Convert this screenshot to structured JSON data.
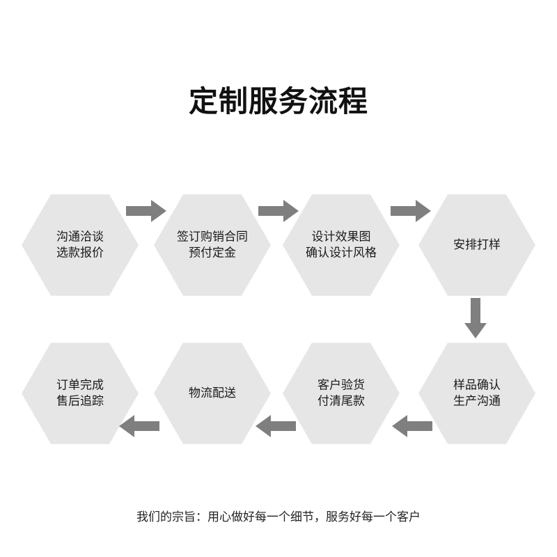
{
  "title": "定制服务流程",
  "steps": [
    {
      "lines": [
        "沟通洽谈",
        "选款报价"
      ]
    },
    {
      "lines": [
        "签订购销合同",
        "预付定金"
      ]
    },
    {
      "lines": [
        "设计效果图",
        "确认设计风格"
      ]
    },
    {
      "lines": [
        "安排打样"
      ]
    },
    {
      "lines": [
        "样品确认",
        "生产沟通"
      ]
    },
    {
      "lines": [
        "客户验货",
        "付清尾款"
      ]
    },
    {
      "lines": [
        "物流配送"
      ]
    },
    {
      "lines": [
        "订单完成",
        "售后追踪"
      ]
    }
  ],
  "footer": "我们的宗旨：用心做好每一个细节，服务好每一个客户",
  "colors": {
    "hexagon": "#e6e6e6",
    "arrow": "#7f7f7f",
    "text": "#1a1a1a"
  }
}
